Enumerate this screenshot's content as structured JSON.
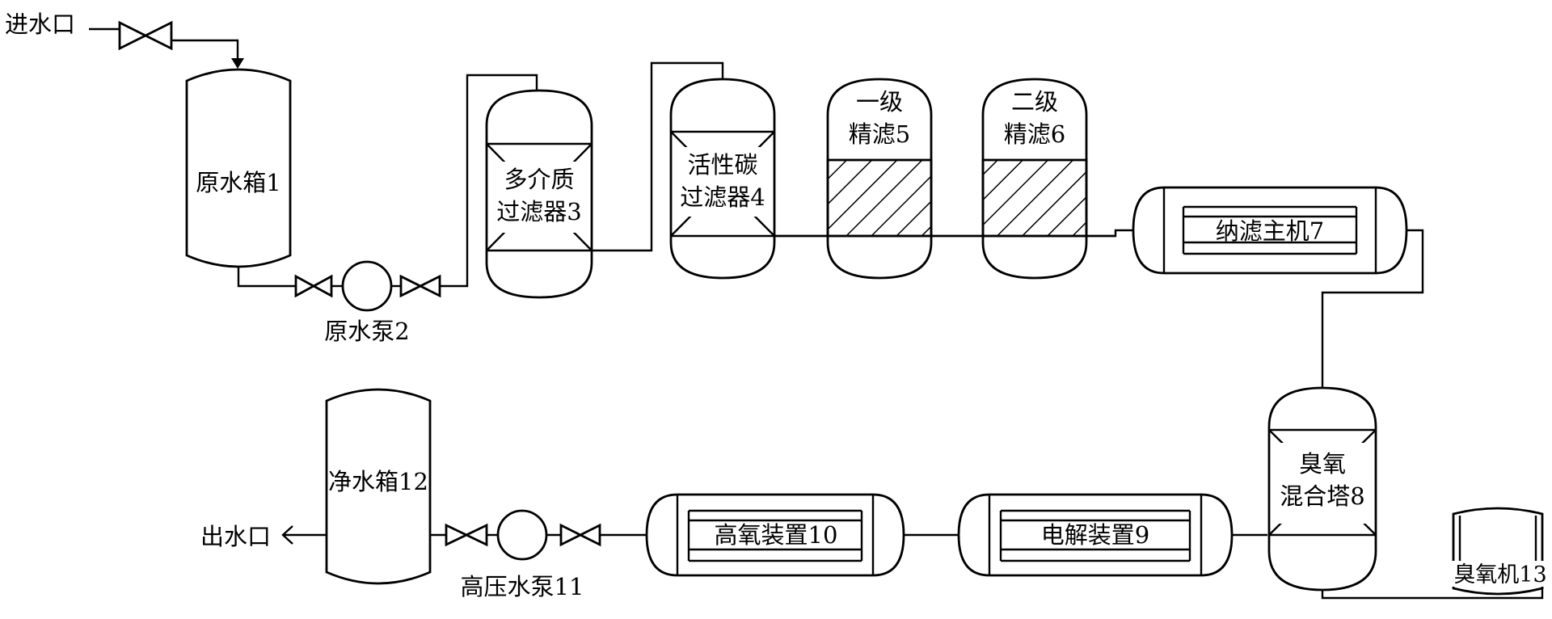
{
  "labels": {
    "inlet": "进水口",
    "outlet": "出水口",
    "raw_tank": "原水箱1",
    "raw_pump": "原水泵2",
    "multimedia_filter_line1": "多介质",
    "multimedia_filter_line2": "过滤器3",
    "carbon_filter_line1": "活性碳",
    "carbon_filter_line2": "过滤器4",
    "fine_filter1_line1": "一级",
    "fine_filter1_line2": "精滤5",
    "fine_filter2_line1": "二级",
    "fine_filter2_line2": "精滤6",
    "nanofiltration": "纳滤主机7",
    "ozone_tower_line1": "臭氧",
    "ozone_tower_line2": "混合塔8",
    "electrolysis": "电解装置9",
    "high_oxygen": "高氧装置10",
    "hp_pump": "高压水泵11",
    "clean_tank": "净水箱12",
    "ozone_generator": "臭氧机13"
  }
}
